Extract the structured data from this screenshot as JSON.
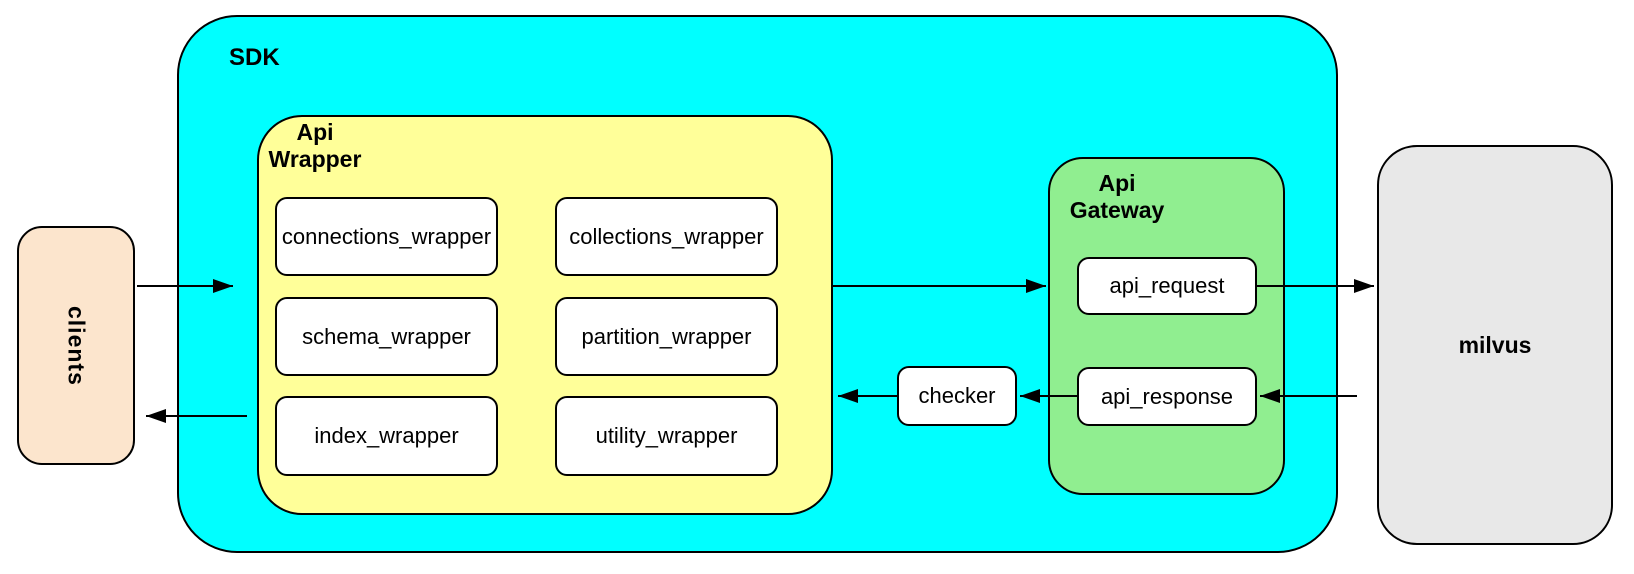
{
  "diagram": {
    "sdk": {
      "label": "SDK",
      "color": "#00FFFF"
    },
    "clients": {
      "label": "clients",
      "color": "#FCE5CD"
    },
    "api_wrapper": {
      "label_line1": "Api",
      "label_line2": "Wrapper",
      "color": "#FFFF99",
      "modules": [
        "connections_wrapper",
        "collections_wrapper",
        "schema_wrapper",
        "partition_wrapper",
        "index_wrapper",
        "utility_wrapper"
      ]
    },
    "checker": {
      "label": "checker"
    },
    "api_gateway": {
      "label_line1": "Api",
      "label_line2": "Gateway",
      "color": "#90EE90",
      "request_label": "api_request",
      "response_label": "api_response"
    },
    "milvus": {
      "label": "milvus",
      "color": "#E8E8E8"
    },
    "arrow_color": "#000000"
  }
}
